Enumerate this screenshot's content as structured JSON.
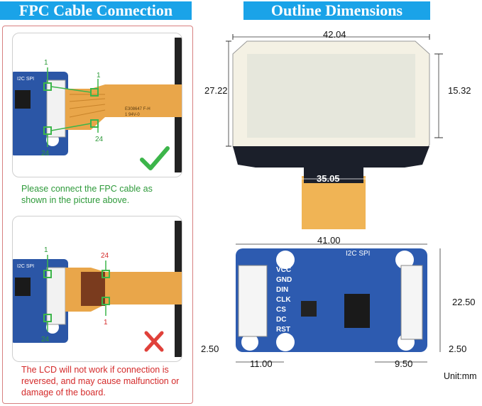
{
  "headers": {
    "left": "FPC Cable Connection",
    "right": "Outline Dimensions"
  },
  "connection_ok": {
    "pin_top": "1",
    "pin_bottom": "24",
    "fpc_pin_top": "1",
    "fpc_pin_bottom": "24",
    "board_silk": "I2C SPI",
    "fpc_print_1": "E308647 F-H",
    "fpc_print_2": "1 94V-0",
    "note": "Please connect the FPC cable as shown in the picture above.",
    "status_color": "#3cb54a"
  },
  "connection_bad": {
    "pin_top": "1",
    "pin_bottom": "24",
    "fpc_pin_top": "24",
    "fpc_pin_bottom": "1",
    "board_silk": "I2C SPI",
    "note": "The LCD will not work if connection is reversed, and may cause malfunction or damage of the board.",
    "status_color": "#e0413a"
  },
  "display_dims": {
    "width": "42.04",
    "height": "27.22",
    "active_height": "15.32",
    "bottom_width": "35.05"
  },
  "board_dims": {
    "width": "41.00",
    "height": "22.50",
    "hole_left_offset": "2.50",
    "hole_right_offset": "2.50",
    "left_hole_x": "11.00",
    "right_hole_x": "9.50",
    "silk_mode": "I2C  SPI",
    "pins": [
      "VCC",
      "GND",
      "DIN",
      "CLK",
      "CS",
      "DC",
      "RST"
    ]
  },
  "unit": "Unit:mm"
}
